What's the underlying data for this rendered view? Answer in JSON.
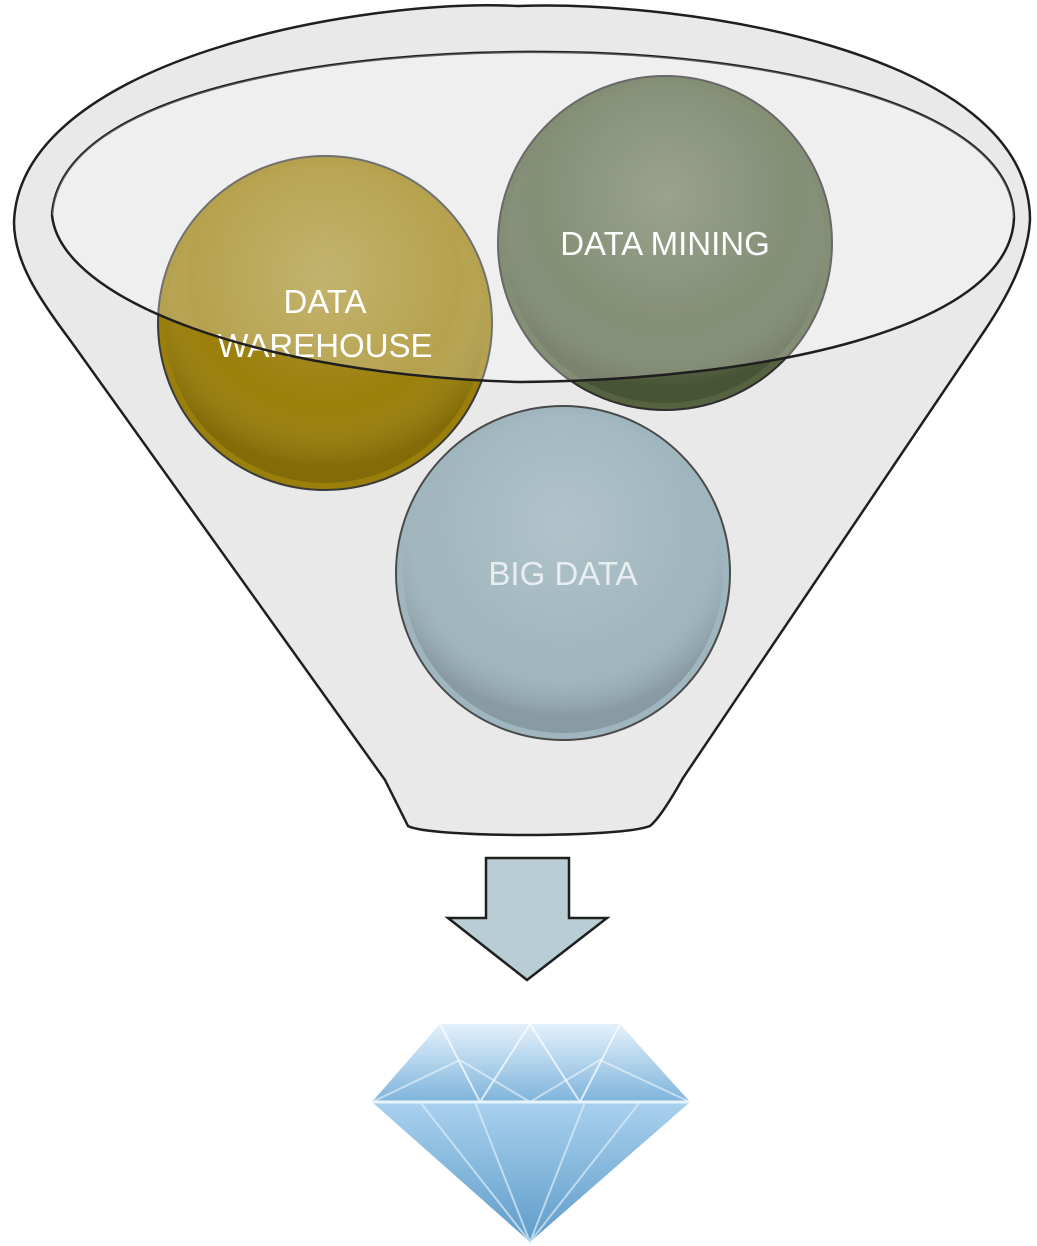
{
  "diagram": {
    "circles": [
      {
        "id": "data-warehouse",
        "lines": [
          "DATA",
          "WAREHOUSE"
        ],
        "color": "#9a7f0a",
        "text_color": "#ffffff"
      },
      {
        "id": "data-mining",
        "lines": [
          "DATA MINING"
        ],
        "color": "#556340",
        "text_color": "#ffffff"
      },
      {
        "id": "big-data",
        "lines": [
          "BIG DATA"
        ],
        "color": "#a0b6be",
        "text_color": "#e8eef0"
      }
    ],
    "funnel_color": "#e9e9e9",
    "arrow_color": "#b9cdd4",
    "result_icon": "diamond-icon"
  }
}
